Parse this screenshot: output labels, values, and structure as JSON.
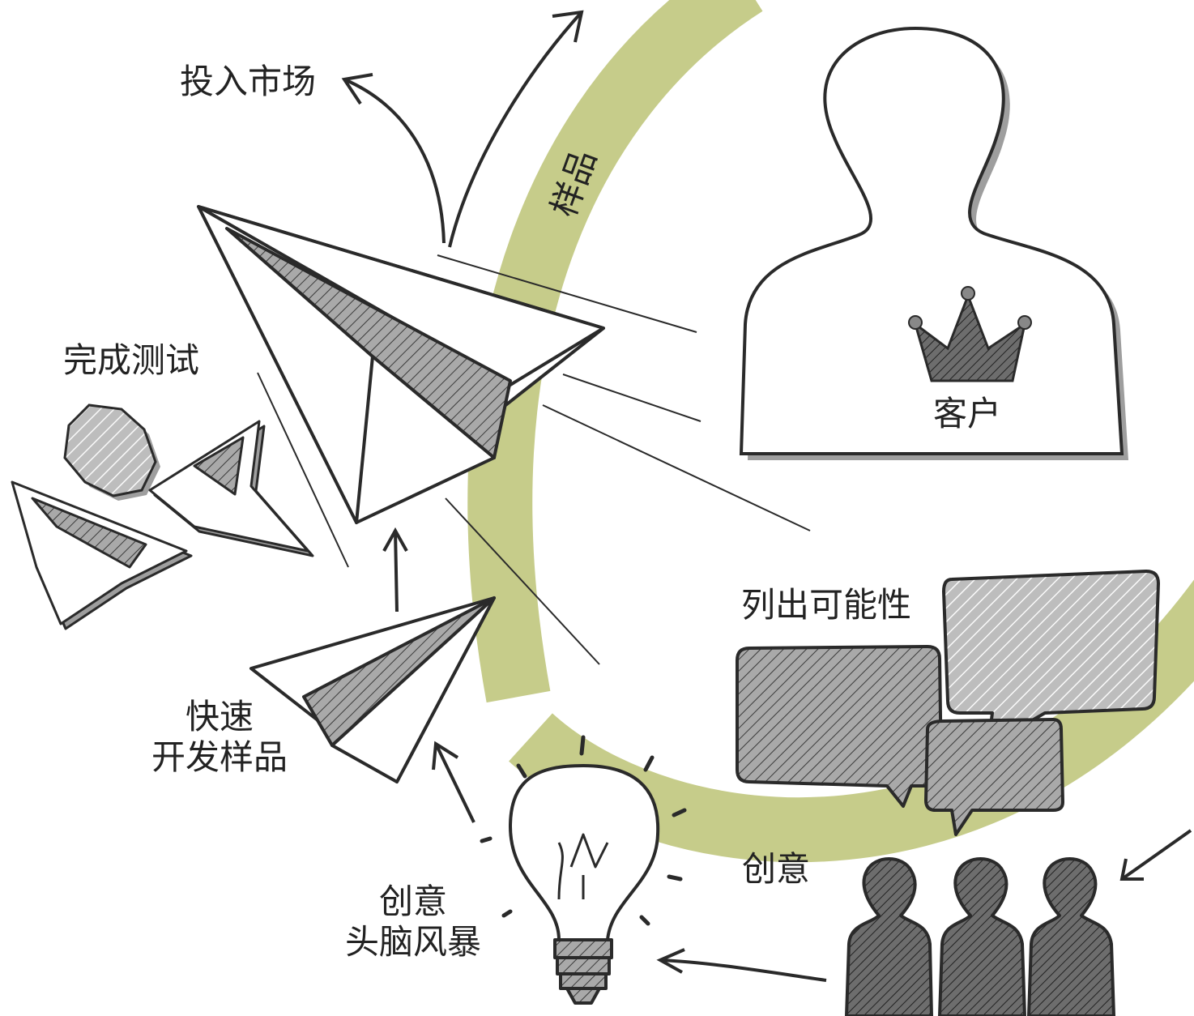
{
  "colors": {
    "arc": "#c6cc8a",
    "ink": "#2a2a2a",
    "shadow": "#9a9a9a",
    "hatch_fill": "#a9a9a9"
  },
  "labels": {
    "launch": "投入市场",
    "arc_sample": "样品",
    "customer": "客户",
    "testing_done": "完成测试",
    "rapid_prototype_line1": "快速",
    "rapid_prototype_line2": "开发样品",
    "list_possibilities": "列出可能性",
    "arc_ideas": "创意",
    "brainstorm_line1": "创意",
    "brainstorm_line2": "头脑风暴"
  },
  "icons": [
    "paper-plane-large-icon",
    "paper-plane-small-icon",
    "crumpled-paper-icon",
    "crushed-plane-icon",
    "customer-silhouette-icon",
    "crown-icon",
    "speech-bubbles-icon",
    "lightbulb-icon",
    "team-people-icon",
    "arrow-icon"
  ]
}
